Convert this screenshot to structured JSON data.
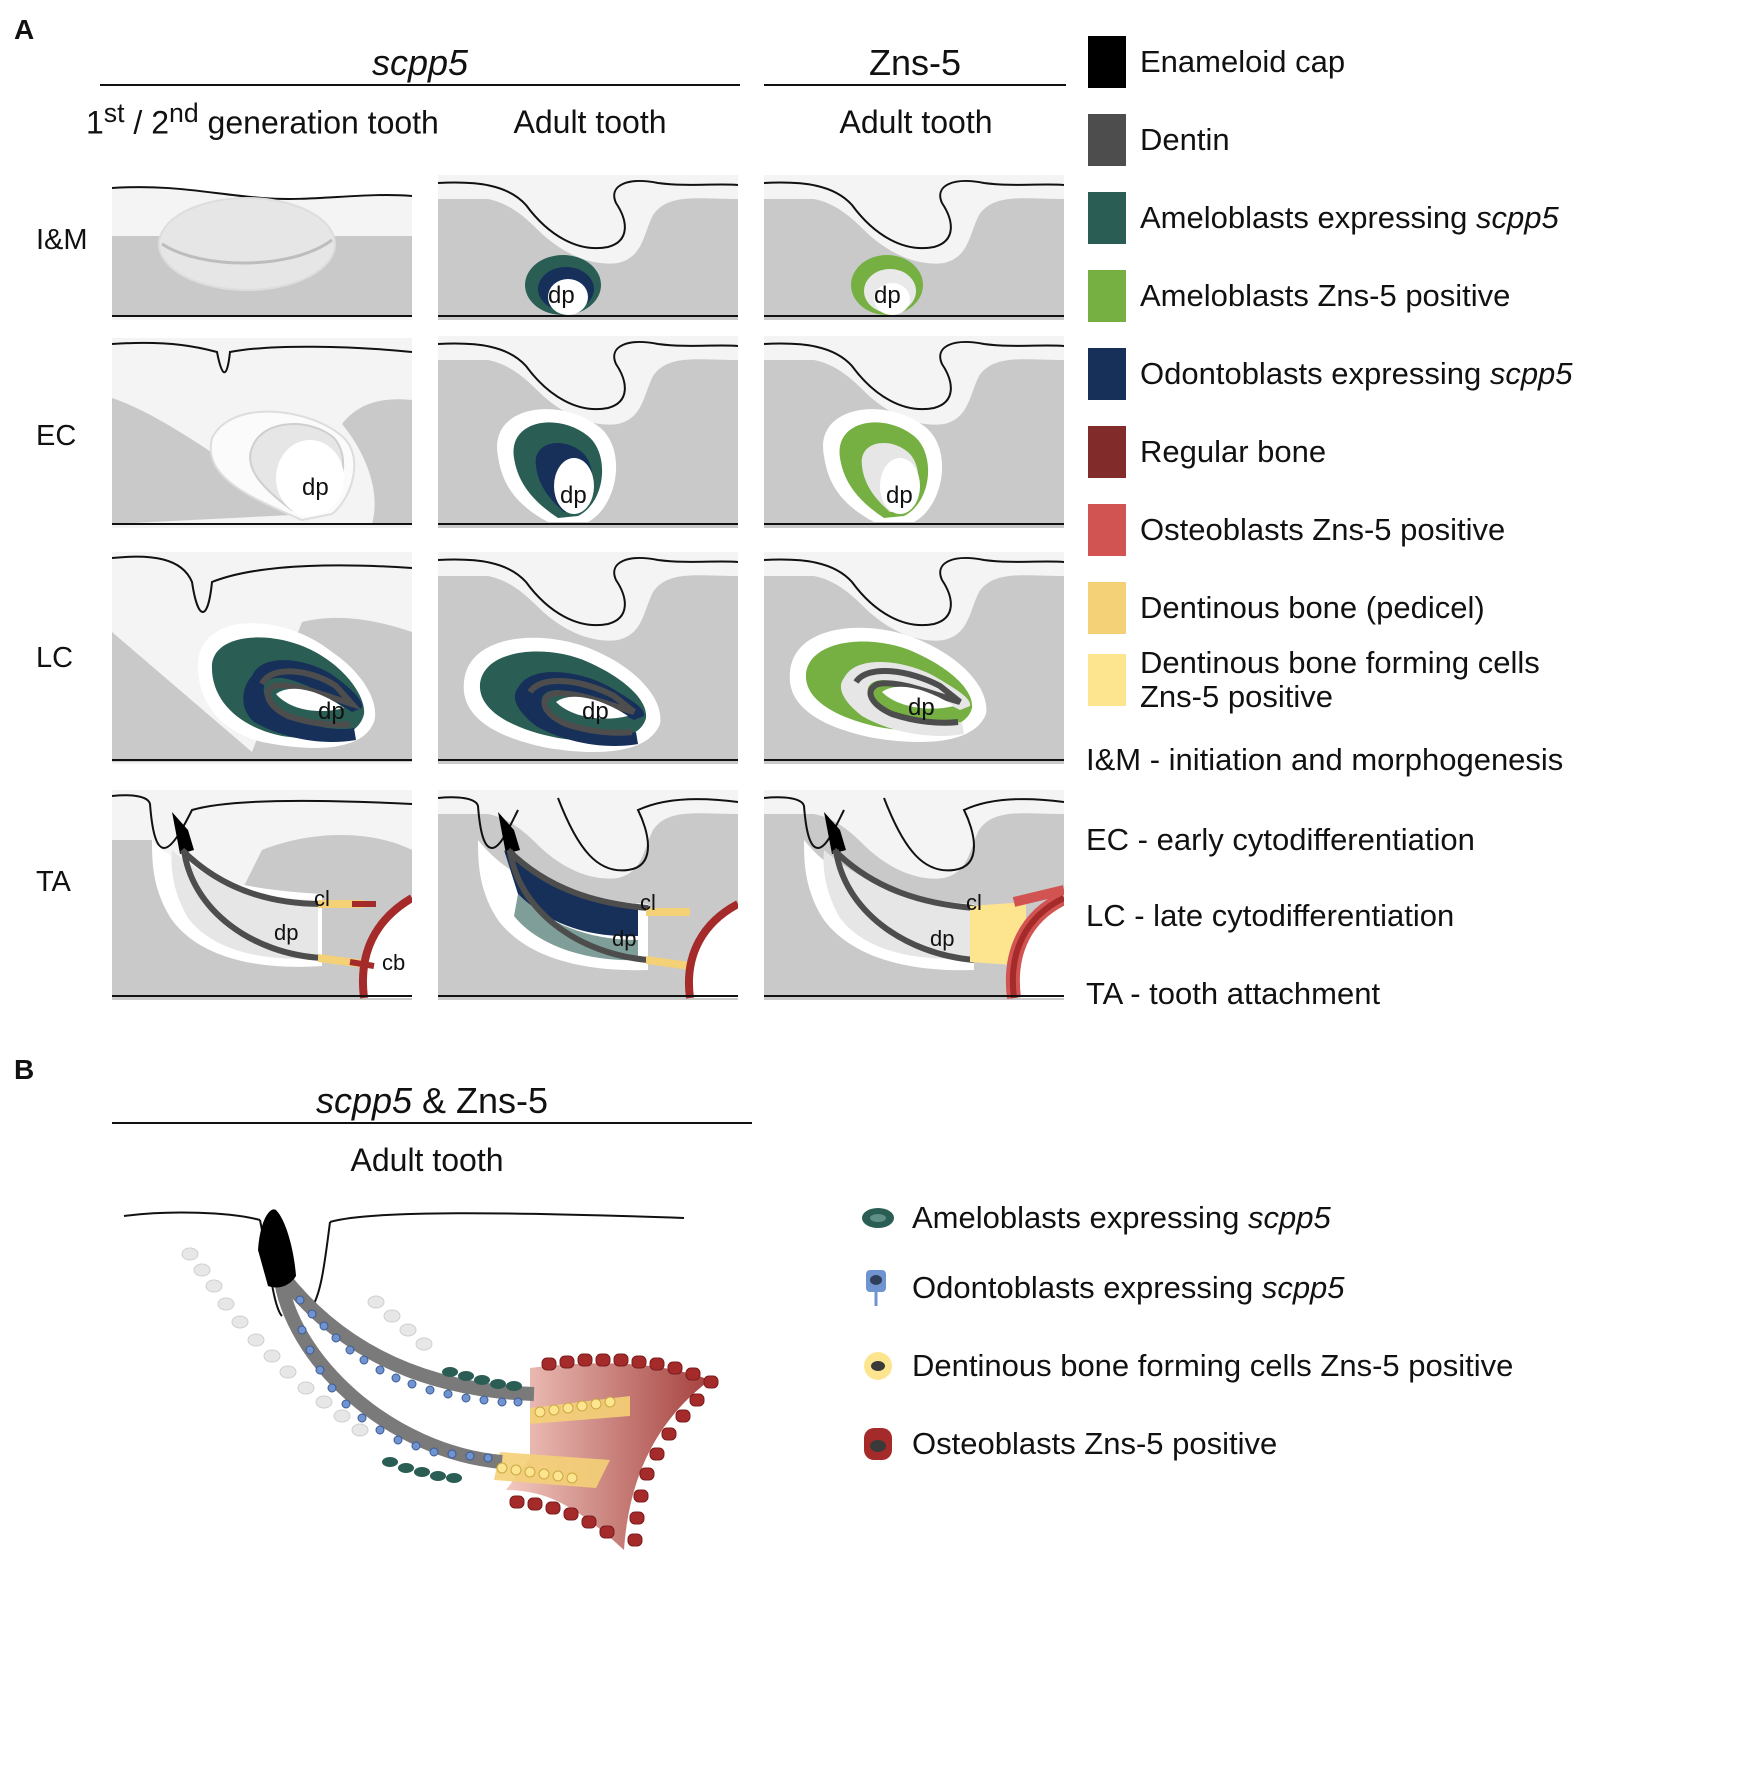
{
  "panel_a": {
    "letter": "A",
    "group1": {
      "gene": "scpp5"
    },
    "group2": {
      "gene": "Zns-5"
    },
    "columns": [
      {
        "pre": "1",
        "sup1": "st",
        "mid": " / 2",
        "sup2": "nd",
        "post": " generation tooth"
      },
      {
        "label": "Adult tooth"
      },
      {
        "label": "Adult tooth"
      }
    ],
    "rows": [
      "I&M",
      "EC",
      "LC",
      "TA"
    ],
    "tissue_labels": {
      "dp": "dp",
      "cl": "cl",
      "cb": "cb"
    },
    "legend": [
      {
        "text": "Enameloid cap",
        "color": "#000000"
      },
      {
        "text": "Dentin",
        "color": "#4d4d4d"
      },
      {
        "text": "Ameloblasts expressing ",
        "italic": "scpp5",
        "color": "#2a5e55"
      },
      {
        "text": "Ameloblasts Zns-5 positive",
        "color": "#76b043"
      },
      {
        "text": "Odontoblasts expressing ",
        "italic": "scpp5",
        "color": "#16305a"
      },
      {
        "text": "Regular bone",
        "color": "#812b2a"
      },
      {
        "text": "Osteoblasts Zns-5 positive",
        "color": "#d15352"
      },
      {
        "text": "Dentinous bone (pedicel)",
        "color": "#f4d077"
      },
      {
        "text": "Dentinous bone forming cells",
        "text2": "Zns-5 positive",
        "color": "#fde590"
      }
    ],
    "abbreviations": [
      "I&M - initiation and morphogenesis",
      "EC - early cytodifferentiation",
      "LC - late cytodifferentiation",
      "TA - tooth attachment"
    ]
  },
  "panel_b": {
    "letter": "B",
    "title_italic": "scpp5",
    "title_rest": " & Zns-5",
    "subtitle": "Adult tooth",
    "legend": [
      {
        "text": "Ameloblasts expressing ",
        "italic": "scpp5",
        "icon": "ameloblast-icon"
      },
      {
        "text": "Odontoblasts expressing ",
        "italic": "scpp5",
        "icon": "odontoblast-icon"
      },
      {
        "text": "Dentinous bone forming cells Zns-5 positive",
        "icon": "dentinous-bone-cell-icon"
      },
      {
        "text": "Osteoblasts Zns-5 positive",
        "icon": "osteoblast-icon"
      }
    ]
  },
  "colors": {
    "tissue_gray": "#c9c9c9",
    "epithelium": "#f4f4f4",
    "enameloid": "#000000",
    "dentin": "#4d4d4d",
    "ameloblast_scpp5": "#2a5e55",
    "ameloblast_zns5": "#76b043",
    "odontoblast_scpp5": "#16305a",
    "bone": "#a52a2a",
    "pedicel": "#f4d077",
    "odontoblast_cell": "#6f94d0"
  }
}
